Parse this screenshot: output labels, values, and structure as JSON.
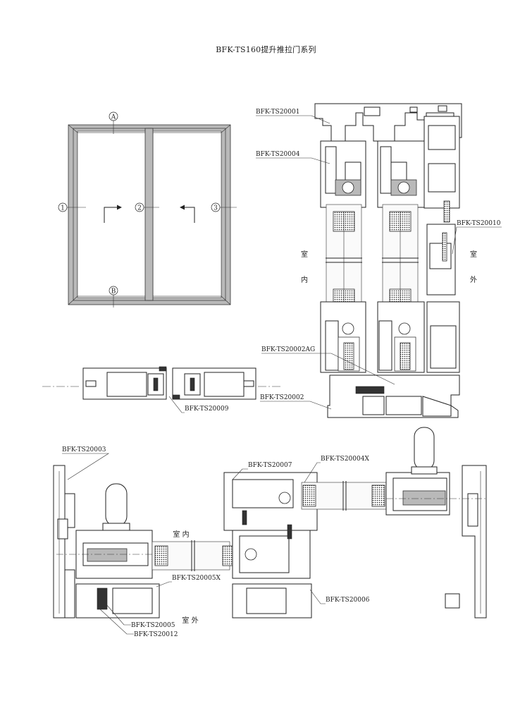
{
  "title": "BFK-TS160提升推拉门系列",
  "elevation": {
    "section_markers": [
      "A",
      "B",
      "1",
      "2",
      "3"
    ]
  },
  "profile_labels": {
    "ts20001": "BFK-TS20001",
    "ts20004": "BFK-TS20004",
    "ts20010": "BFK-TS20010",
    "ts20002ag": "BFK-TS20002AG",
    "ts20002": "BFK-TS20002",
    "ts20009": "BFK-TS20009",
    "ts20003": "BFK-TS20003",
    "ts20007": "BFK-TS20007",
    "ts20004x": "BFK-TS20004X",
    "ts20005x": "BFK-TS20005X",
    "ts20006": "BFK-TS20006",
    "ts20005": "BFK-TS20005",
    "ts20012": "BFK-TS20012"
  },
  "side_labels": {
    "indoor_1": "室",
    "indoor_2": "内",
    "outdoor_1": "室",
    "outdoor_2": "外",
    "indoor_h": "室 内",
    "outdoor_h": "室 外"
  }
}
